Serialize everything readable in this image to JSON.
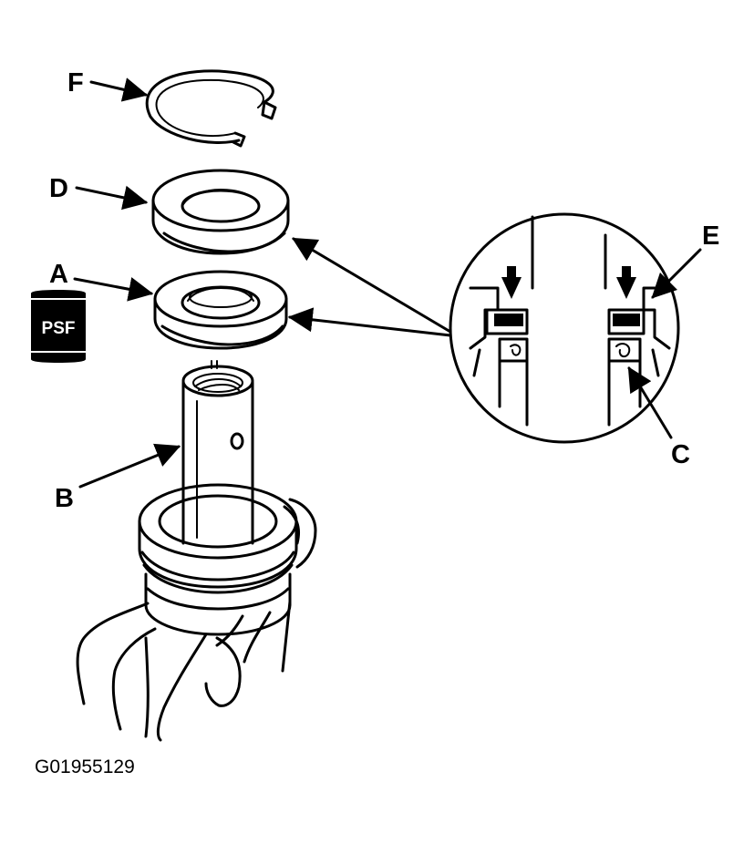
{
  "labels": {
    "A": "A",
    "B": "B",
    "C": "C",
    "D": "D",
    "E": "E",
    "F": "F"
  },
  "psf_badge": "PSF",
  "figure_id": "G01955129",
  "colors": {
    "ink": "#000000",
    "background": "#ffffff",
    "badge": "#000000"
  }
}
